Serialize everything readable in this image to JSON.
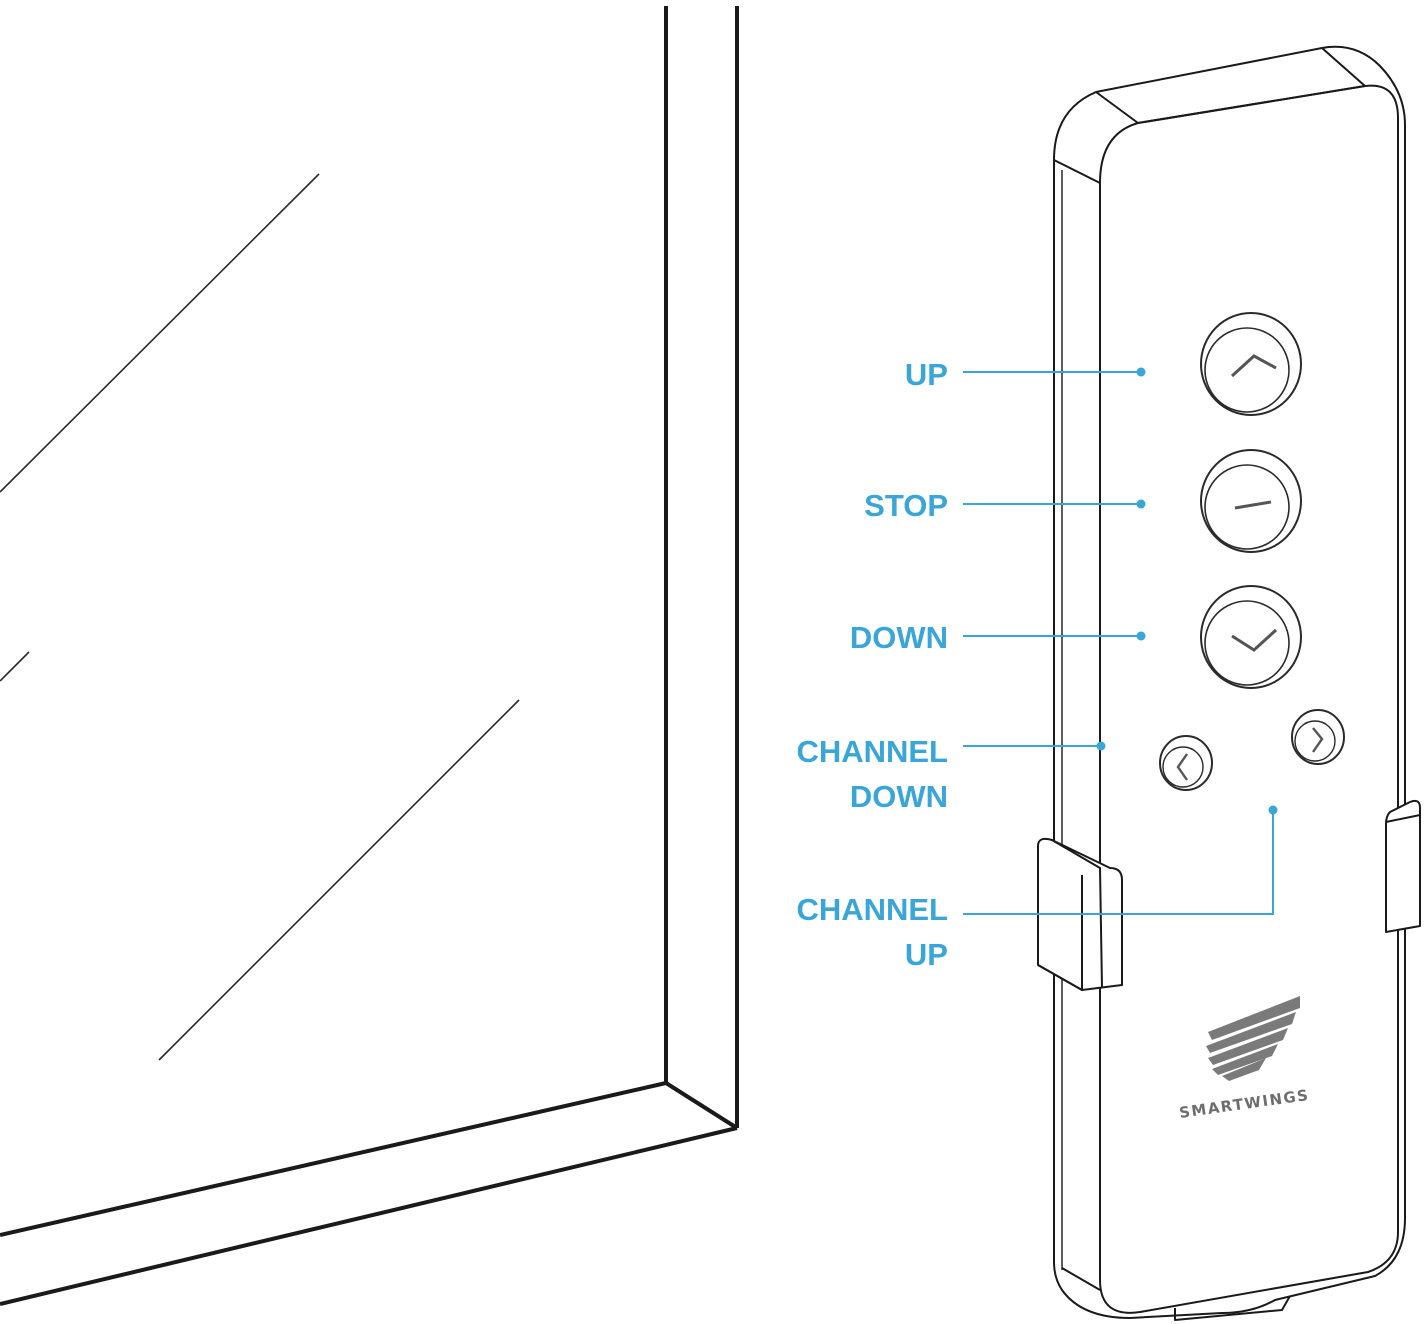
{
  "callouts": {
    "up": "UP",
    "stop": "STOP",
    "down": "DOWN",
    "channel_down_line1": "CHANNEL",
    "channel_down_line2": "DOWN",
    "channel_up_line1": "CHANNEL",
    "channel_up_line2": "UP"
  },
  "remote": {
    "brand": "SMARTWINGS"
  },
  "colors": {
    "callout": "#3aa6d8",
    "outline": "#1a1a1a",
    "button_edge": "#3a3a3a",
    "logo_gray": "#7a7a7a"
  }
}
